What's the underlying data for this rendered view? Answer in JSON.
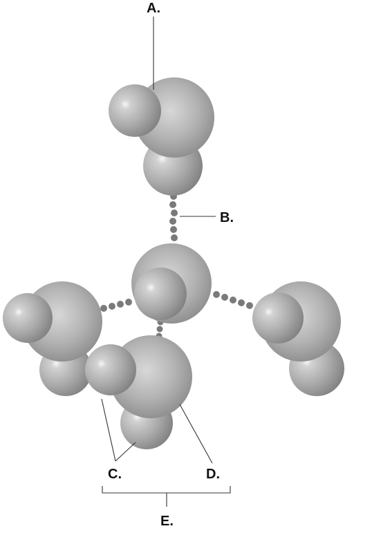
{
  "labels": {
    "a": "A.",
    "b": "B.",
    "c": "C.",
    "d": "D.",
    "e": "E."
  },
  "colors": {
    "sphere_highlight": "#f4f4f4",
    "sphere_mid": "#b4b4b4",
    "sphere_shadow": "#7e7e7e",
    "bond_dot": "#7a7a7a",
    "background": "#ffffff"
  }
}
